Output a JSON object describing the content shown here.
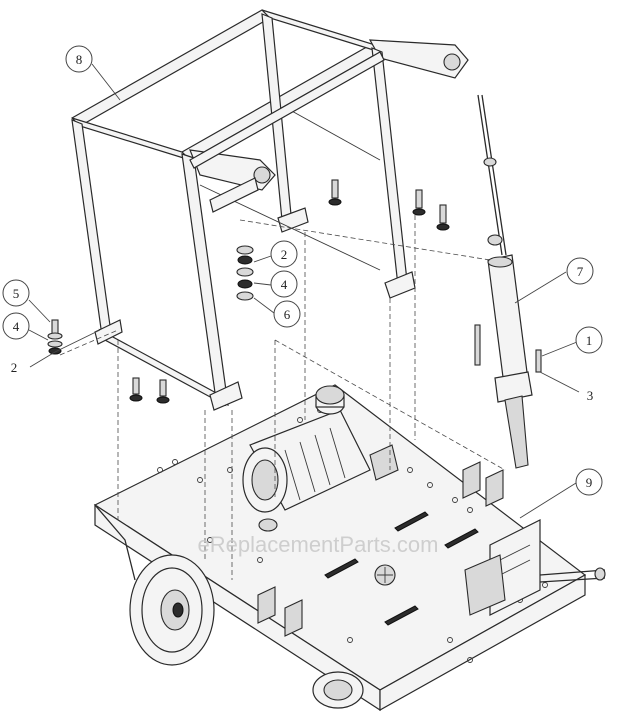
{
  "callouts": [
    {
      "id": "c8",
      "label": "8"
    },
    {
      "id": "c5",
      "label": "5"
    },
    {
      "id": "c4a",
      "label": "4"
    },
    {
      "id": "c2a",
      "label": "2"
    },
    {
      "id": "c2b",
      "label": "2"
    },
    {
      "id": "c4b",
      "label": "4"
    },
    {
      "id": "c6",
      "label": "6"
    },
    {
      "id": "c7",
      "label": "7"
    },
    {
      "id": "c1",
      "label": "1"
    },
    {
      "id": "c3",
      "label": "3"
    },
    {
      "id": "c9",
      "label": "9"
    }
  ],
  "watermark": "eReplacementParts.com"
}
